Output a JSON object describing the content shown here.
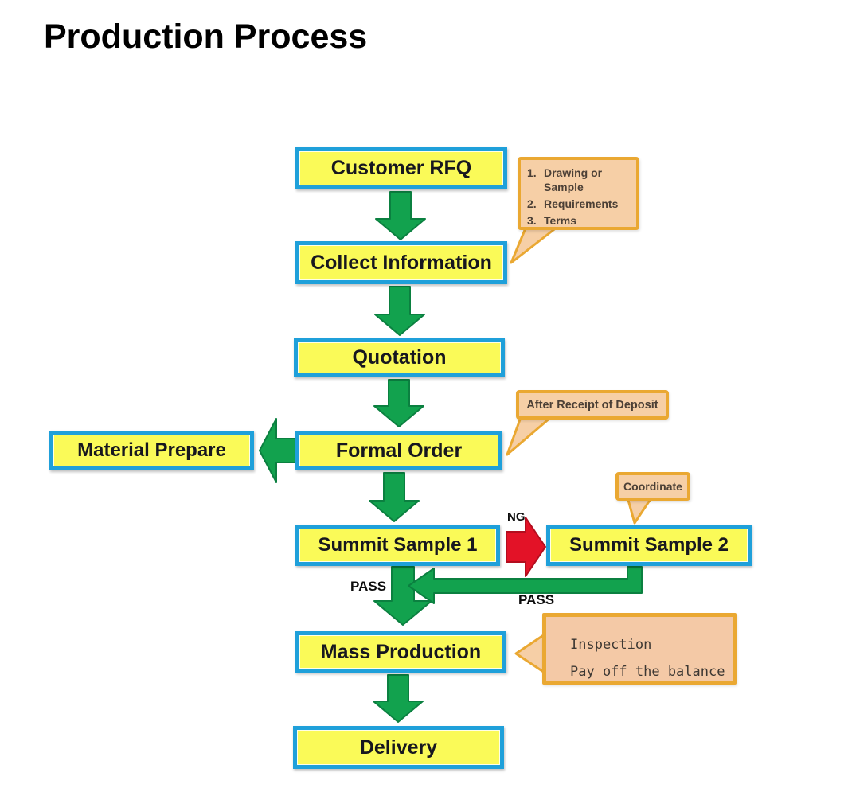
{
  "title": "Production Process",
  "flow": {
    "boxes": {
      "customer_rfq": "Customer RFQ",
      "collect_information": "Collect Information",
      "quotation": "Quotation",
      "material_prepare": "Material Prepare",
      "formal_order": "Formal Order",
      "summit_sample_1": "Summit Sample 1",
      "summit_sample_2": "Summit Sample 2",
      "mass_production": "Mass Production",
      "delivery": "Delivery"
    },
    "edge_labels": {
      "ng": "NG",
      "pass_from_sample1": "PASS",
      "pass_from_sample2": "PASS"
    },
    "callouts": {
      "rfq_requirements": {
        "items": [
          {
            "num": "1.",
            "text": "Drawing or Sample"
          },
          {
            "num": "2.",
            "text": "Requirements"
          },
          {
            "num": "3.",
            "text": "Terms"
          }
        ]
      },
      "deposit": {
        "text": "After Receipt of Deposit"
      },
      "coordinate": {
        "text": "Coordinate"
      },
      "inspection": {
        "line1": "Inspection",
        "line2": "Pay off the balance"
      }
    },
    "colors": {
      "box_border": "#1FA0DA",
      "box_fill": "#FAFA58",
      "box_text": "#17171f",
      "arrow_green": "#12A24E",
      "arrow_red": "#E31227",
      "callout_fill": "#F6CFA6",
      "callout_border": "#EAA832",
      "title_text": "#000000"
    }
  }
}
